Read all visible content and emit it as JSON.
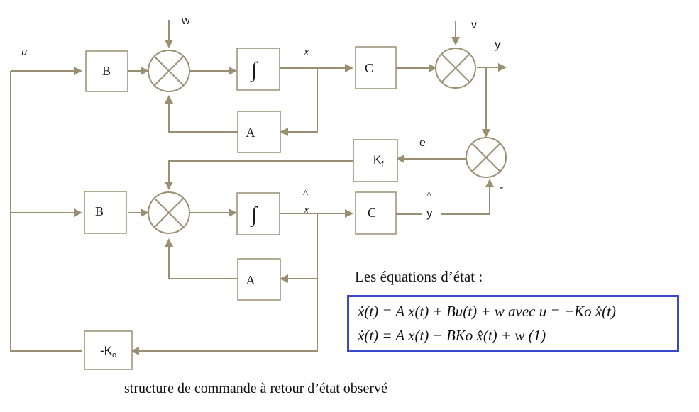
{
  "labels": {
    "u": "u",
    "w": "w",
    "v": "v",
    "x": "x",
    "y": "y",
    "e": "e",
    "xhat_hat": "^",
    "xhat": "x",
    "yhat_hat": "^",
    "yhat": "y",
    "minus": "-"
  },
  "blocks": {
    "b_top": "B",
    "integrator_top": "∫",
    "c_top": "C",
    "a_top": "A",
    "kf": "Kf",
    "b_bottom": "B",
    "integrator_bottom": "∫",
    "c_bottom": "C",
    "a_bottom": "A",
    "ko": "-Ko"
  },
  "equations": {
    "heading": "Les équations d’état :",
    "line1": "ẋ(t) = A x(t) + Bu(t) + w   avec u = −Ko x̂(t)",
    "line2": "ẋ(t) = A x(t) − BKo x̂(t) + w   (1)"
  },
  "caption": "structure de commande à retour d’état observé",
  "colors": {
    "line": "#9b8f73",
    "equation_border": "#3b48c9",
    "text": "#1a1a1a"
  }
}
